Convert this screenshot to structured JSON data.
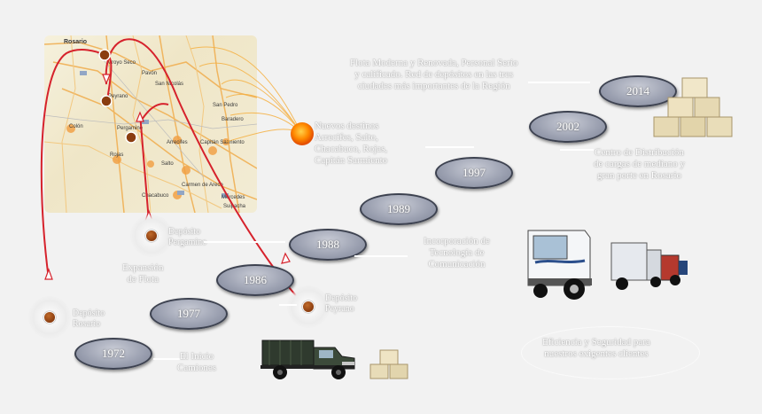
{
  "colors": {
    "route_red": "#d6222c",
    "route_orange": "#f5b041",
    "oval_fill": "#9ea3b3",
    "oval_border": "#3d4250",
    "background": "#f2f2f2"
  },
  "map": {
    "labels": {
      "rosario": "Rosario",
      "arroyo_seco": "Arroyo Seco",
      "pavon": "Pavón",
      "san_nicolas": "San Nicolás",
      "peyrano": "Peyrano",
      "pergamino": "Pergamino",
      "colon": "Colón",
      "rojas": "Rojas",
      "salto": "Salto",
      "arrecifes": "Arrecifes",
      "capitan_sarmiento": "Capitán Sarmiento",
      "baradero": "Baradero",
      "san_pedro": "San Pedro",
      "chacabuco": "Chacabuco",
      "mercedes": "Mercedes",
      "suipacha": "Suipacha",
      "carmen_de_areco": "Carmen de Areco"
    }
  },
  "milestones": [
    {
      "year": "1972",
      "text": "El Inicio\nCamiones"
    },
    {
      "year": "1977",
      "text": ""
    },
    {
      "year": "1986",
      "text": ""
    },
    {
      "year": "1988",
      "text": "Incorporación de\nTecnología de\nComunicación"
    },
    {
      "year": "1989",
      "text": ""
    },
    {
      "year": "1997",
      "text": ""
    },
    {
      "year": "2002",
      "text": "Centro de Distribución\nde cargas de mediano y\ngran porte en Rosario"
    },
    {
      "year": "2014",
      "text": ""
    }
  ],
  "deposits": {
    "rosario": "Depósito\nRosario",
    "pergamino": "Depósito\nPergamino",
    "peyrano": "Depósito\nPeyrano",
    "flota_expansion": "Expansión\nde Flota"
  },
  "destinations_text": "Nuevos destinos\nArrecifes, Salto,\nChacabuco, Rojas,\nCapitán Sarmiento",
  "fleet_2014_text": "Flota Moderna y Renovada, Personal Serio\ny calificado. Red de depósitos en las tres\nciudades más importantes de la Región",
  "safety_text": "Eficiencia y Seguridad para\nnuestros exigentes clientes"
}
